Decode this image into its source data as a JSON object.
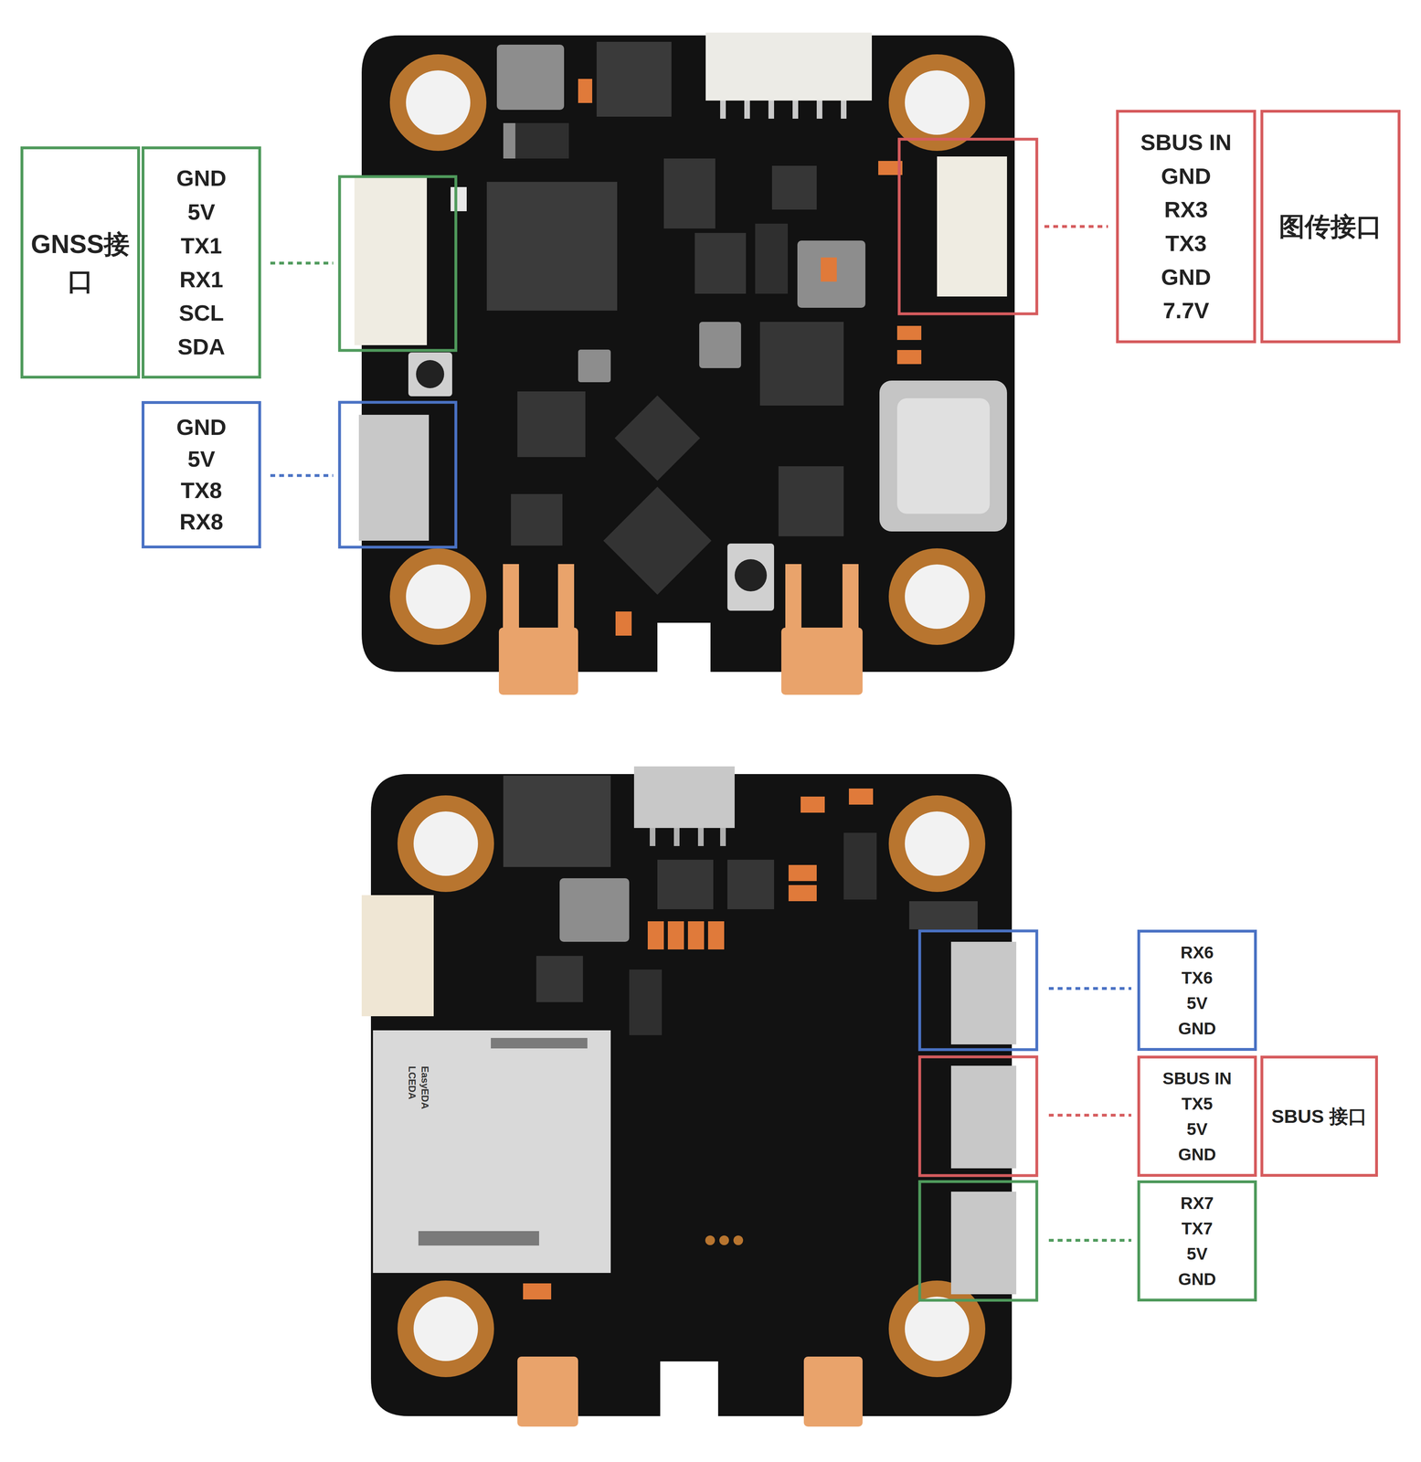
{
  "diagram": {
    "nodes": [
      {
        "text": [
          "GNSS接口"
        ]
      },
      {
        "text": [
          "GND",
          "5V",
          "TX1",
          "RX1",
          "SCL",
          "SDA"
        ]
      },
      {
        "text": [
          "GND",
          "5V",
          "TX8",
          "RX8"
        ]
      },
      {
        "text": [
          "SBUS IN",
          "GND",
          "RX3",
          "TX3",
          "GND",
          "7.7V"
        ]
      },
      {
        "text": [
          "图传接口"
        ]
      },
      {
        "text": [
          "RX6",
          "TX6",
          "5V",
          "GND"
        ]
      },
      {
        "text": [
          "SBUS IN",
          "TX5",
          "5V",
          "GND"
        ]
      },
      {
        "text": [
          "SBUS 接口"
        ]
      },
      {
        "text": [
          "RX7",
          "TX7",
          "5V",
          "GND"
        ]
      }
    ],
    "labels": [
      "LCEDA",
      "EasyEDA"
    ]
  }
}
